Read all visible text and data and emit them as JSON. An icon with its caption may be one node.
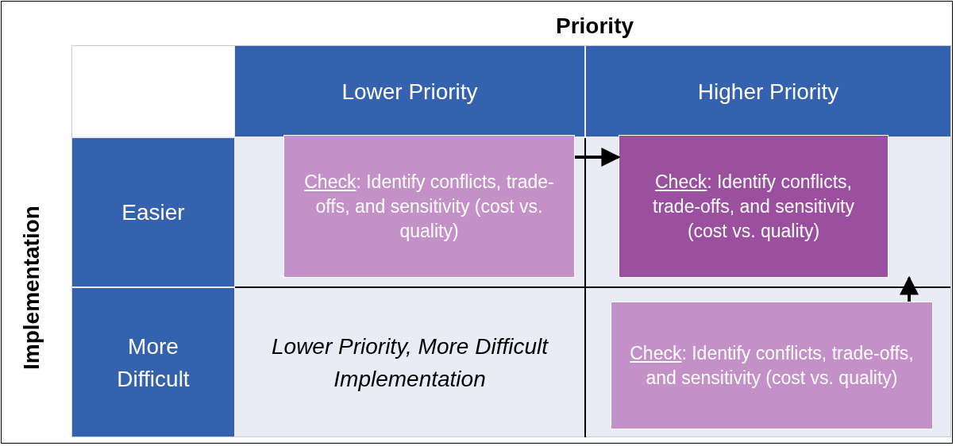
{
  "diagram": {
    "title": "Priority",
    "nodes": [
      {
        "text": [
          "Lower Priority"
        ]
      },
      {
        "text": [
          "Higher Priority"
        ]
      },
      {
        "text": [
          "Easier"
        ]
      },
      {
        "text": [
          "More Difficult"
        ]
      },
      {
        "text": [
          "Check: Identify conflicts, trade-offs, and sensitivity (cost vs. quality)"
        ]
      },
      {
        "text": [
          "Check: Identify conflicts, trade-offs, and sensitivity (cost vs. quality)"
        ]
      },
      {
        "text": [
          "Lower Priority, More Difficult Implementation"
        ]
      },
      {
        "text": [
          "Check: Identify conflicts, trade-offs, and sensitivity (cost vs. quality)"
        ]
      }
    ],
    "edges": [
      {
        "from": 4,
        "to": 5,
        "arrow": "to"
      },
      {
        "from": 7,
        "to": 5,
        "arrow": "to"
      }
    ],
    "labels": [
      "Implementation"
    ]
  }
}
